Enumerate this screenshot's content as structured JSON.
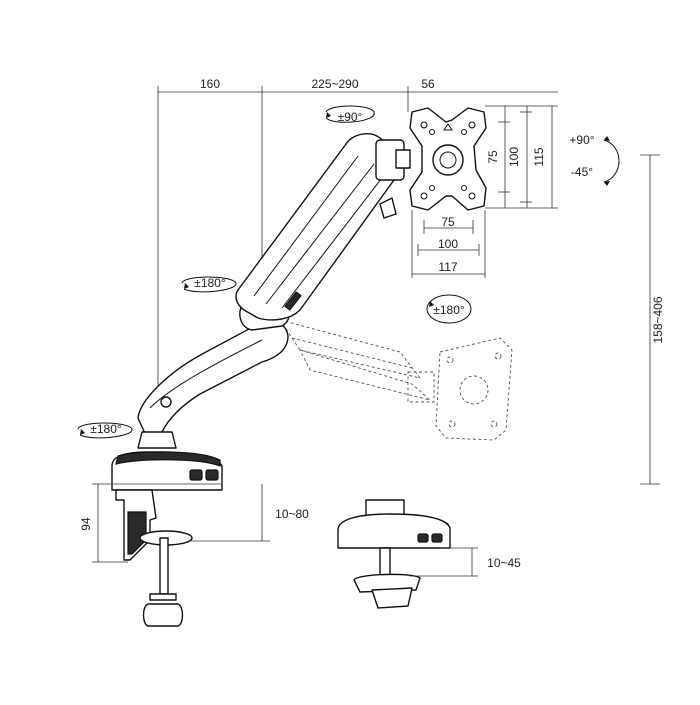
{
  "dimensions": {
    "reach_1": "160",
    "reach_2": "225~290",
    "plate_offset": "56",
    "vesa_h_75": "75",
    "vesa_h_100": "100",
    "vesa_v_75": "75",
    "vesa_v_100": "100",
    "plate_height": "115",
    "plate_width": "117",
    "height_range": "158~406",
    "clamp_height": "94",
    "clamp_range": "10~80",
    "grommet_range": "10~45"
  },
  "rotations": {
    "tilt_up": "+90°",
    "tilt_down": "-45°",
    "swivel_head": "±90°",
    "rotate_plate": "±180°",
    "swivel_mid": "±180°",
    "swivel_base": "±180°"
  },
  "colors": {
    "line": "#111111",
    "dimension": "#333333",
    "ghost": "#555555"
  }
}
